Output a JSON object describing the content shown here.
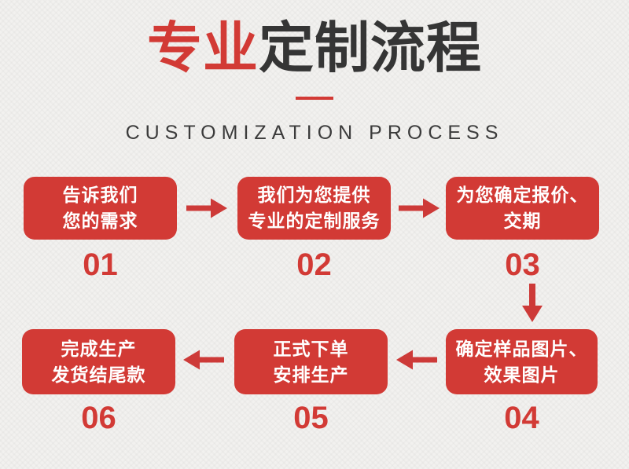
{
  "header": {
    "title_highlight": "专业",
    "title_rest": "定制流程",
    "subtitle": "CUSTOMIZATION PROCESS"
  },
  "steps": [
    {
      "number": "01",
      "line1": "告诉我们",
      "line2": "您的需求"
    },
    {
      "number": "02",
      "line1": "我们为您提供",
      "line2": "专业的定制服务"
    },
    {
      "number": "03",
      "line1": "为您确定报价、",
      "line2": "交期"
    },
    {
      "number": "04",
      "line1": "确定样品图片、",
      "line2": "效果图片"
    },
    {
      "number": "05",
      "line1": "正式下单",
      "line2": "安排生产"
    },
    {
      "number": "06",
      "line1": "完成生产",
      "line2": "发货结尾款"
    }
  ],
  "colors": {
    "accent_red": "#d23a35",
    "title_dark": "#353535",
    "subtitle_gray": "#3b3b3b",
    "box_text": "#ffffff",
    "background": "#f2f1ef"
  }
}
